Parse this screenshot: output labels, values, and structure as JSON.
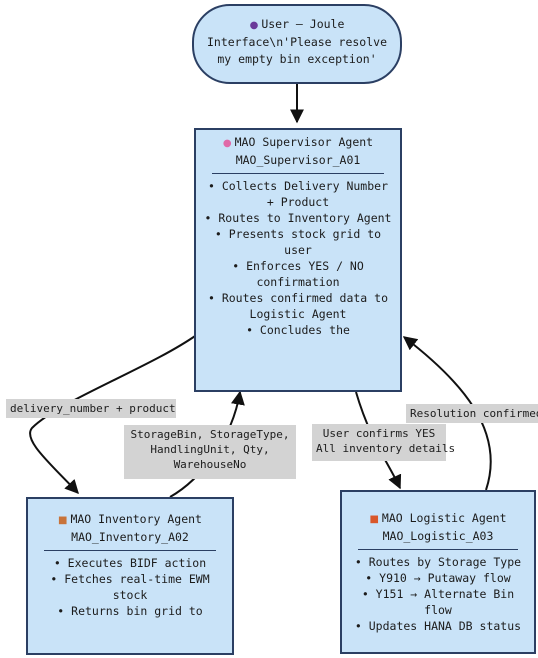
{
  "nodes": {
    "user": {
      "icon": "user-icon",
      "line1": "User – Joule",
      "line2": "Interface\\n'Please resolve",
      "line3": "my empty bin exception'"
    },
    "supervisor": {
      "icon": "brain-icon",
      "title1": "MAO Supervisor Agent",
      "title2": "MAO_Supervisor_A01",
      "items": [
        "• Collects Delivery Number",
        "+ Product",
        "• Routes to Inventory Agent",
        "• Presents stock grid to",
        "user",
        "• Enforces YES / NO",
        "confirmation",
        "• Routes confirmed data to",
        "Logistic Agent",
        "• Concludes the"
      ]
    },
    "inventory": {
      "icon": "package-icon",
      "title1": "MAO Inventory Agent",
      "title2": "MAO_Inventory_A02",
      "items": [
        "• Executes BIDF action",
        "• Fetches real-time EWM",
        "stock",
        "• Returns bin grid to"
      ]
    },
    "logistic": {
      "icon": "truck-icon",
      "title1": "MAO Logistic Agent",
      "title2": "MAO_Logistic_A03",
      "items": [
        "• Routes by Storage Type",
        "• Y910 → Putaway flow",
        "• Y151 → Alternate Bin flow",
        "• Updates HANA DB status"
      ]
    }
  },
  "edge_labels": {
    "delivery": "delivery_number + product",
    "storage": [
      "StorageBin, StorageType,",
      "HandlingUnit, Qty,",
      "WarehouseNo"
    ],
    "confirms": [
      "User confirms YES",
      "All inventory details"
    ],
    "resolution": "Resolution confirmed"
  },
  "colors": {
    "node_fill": "#c9e3f8",
    "node_border": "#2b3f63",
    "label_bg": "#d3d3d3",
    "edge": "#111111"
  }
}
